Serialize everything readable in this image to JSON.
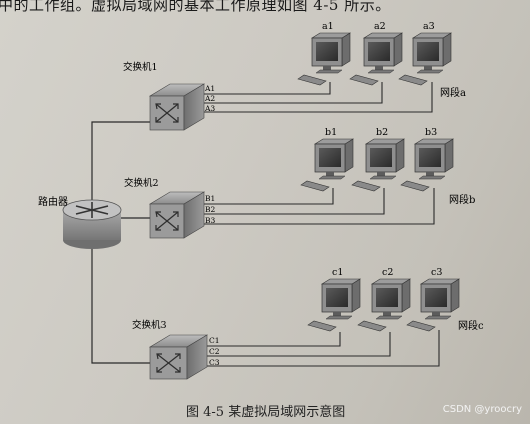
{
  "header": {
    "text": "中的工作组。虚拟局域网的基本工作原理如图 4-5 所示。"
  },
  "router": {
    "label": "路由器"
  },
  "switches": [
    {
      "label": "交换机1",
      "ports": [
        "A1",
        "A2",
        "A3"
      ],
      "segment": "网段a",
      "hosts": [
        "a1",
        "a2",
        "a3"
      ]
    },
    {
      "label": "交换机2",
      "ports": [
        "B1",
        "B2",
        "B3"
      ],
      "segment": "网段b",
      "hosts": [
        "b1",
        "b2",
        "b3"
      ]
    },
    {
      "label": "交换机3",
      "ports": [
        "C1",
        "C2",
        "C3"
      ],
      "segment": "网段c",
      "hosts": [
        "c1",
        "c2",
        "c3"
      ]
    }
  ],
  "caption": "图 4-5   某虚拟局域网示意图",
  "watermark": "CSDN @yroocry",
  "colors": {
    "line": "#2a2a2a",
    "device": "#8a8a8a"
  }
}
